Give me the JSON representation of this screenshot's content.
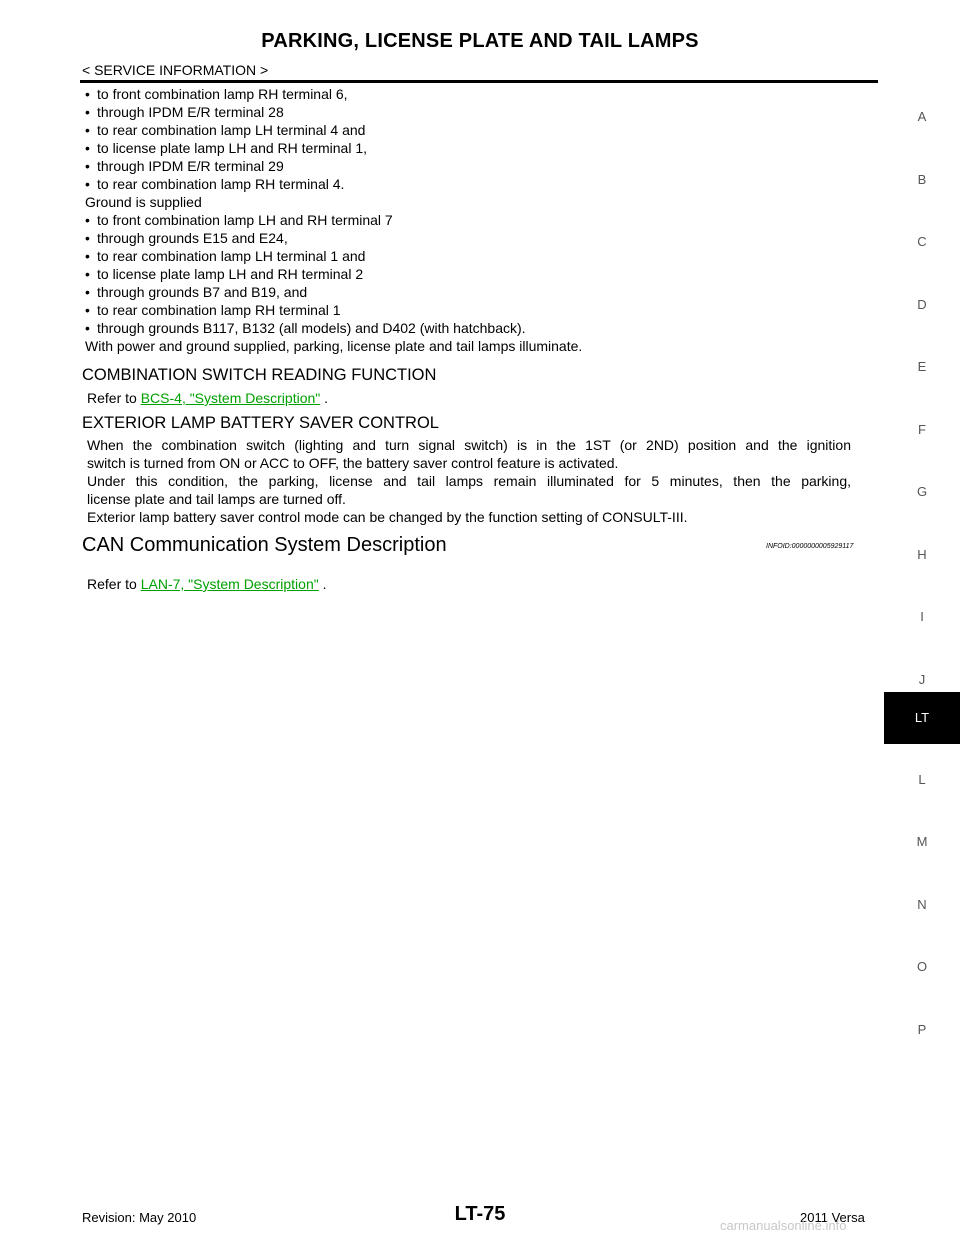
{
  "header": {
    "title": "PARKING, LICENSE PLATE AND TAIL LAMPS",
    "section": "< SERVICE INFORMATION >"
  },
  "body_lines": [
    {
      "bullet": true,
      "text": "to front combination lamp RH terminal 6,"
    },
    {
      "bullet": true,
      "text": "through IPDM E/R terminal 28"
    },
    {
      "bullet": true,
      "text": "to rear combination lamp LH terminal 4 and"
    },
    {
      "bullet": true,
      "text": "to license plate lamp LH and RH terminal 1,"
    },
    {
      "bullet": true,
      "text": "through IPDM E/R terminal 29"
    },
    {
      "bullet": true,
      "text": "to rear combination lamp RH terminal 4."
    },
    {
      "bullet": false,
      "text": "Ground is supplied"
    },
    {
      "bullet": true,
      "text": "to front combination lamp LH and RH terminal 7"
    },
    {
      "bullet": true,
      "text": "through grounds E15 and E24,"
    },
    {
      "bullet": true,
      "text": "to rear combination lamp LH terminal 1 and"
    },
    {
      "bullet": true,
      "text": "to license plate lamp LH and RH terminal 2"
    },
    {
      "bullet": true,
      "text": "through grounds B7 and B19, and"
    },
    {
      "bullet": true,
      "text": "to rear combination lamp RH terminal 1"
    },
    {
      "bullet": true,
      "text": "through grounds B117, B132 (all models) and D402 (with hatchback)."
    },
    {
      "bullet": false,
      "text": "With power and ground supplied, parking, license plate and tail lamps illuminate."
    }
  ],
  "combo_switch": {
    "heading": "COMBINATION SWITCH READING FUNCTION",
    "refer_prefix": "Refer to ",
    "link_text": "BCS-4, \"System Description\"",
    "refer_suffix": " ."
  },
  "saver": {
    "heading": "EXTERIOR LAMP BATTERY SAVER CONTROL",
    "lines": [
      "When the combination switch (lighting and turn signal switch) is in the 1ST (or 2ND) position and the ignition",
      "switch is turned from ON or ACC to OFF, the battery saver control feature is activated.",
      "Under this condition, the parking, license and tail lamps remain illuminated for 5 minutes, then the parking,",
      "license plate and tail lamps are turned off.",
      "Exterior lamp battery saver control mode can be changed by the function setting of CONSULT-III."
    ]
  },
  "can": {
    "heading": "CAN Communication System Description",
    "info_id": "INFOID:0000000005929117",
    "refer_prefix": "Refer to ",
    "link_text": "LAN-7, \"System Description\"",
    "refer_suffix": " ."
  },
  "tabs": [
    "A",
    "B",
    "C",
    "D",
    "E",
    "F",
    "G",
    "H",
    "I",
    "J",
    "LT",
    "L",
    "M",
    "N",
    "O",
    "P"
  ],
  "active_tab": "LT",
  "footer": {
    "revision": "Revision: May 2010",
    "page": "LT-75",
    "model": "2011 Versa",
    "watermark": "carmanualsonline.info"
  },
  "colors": {
    "link": "#00a000",
    "active_tab_bg": "#000000"
  }
}
